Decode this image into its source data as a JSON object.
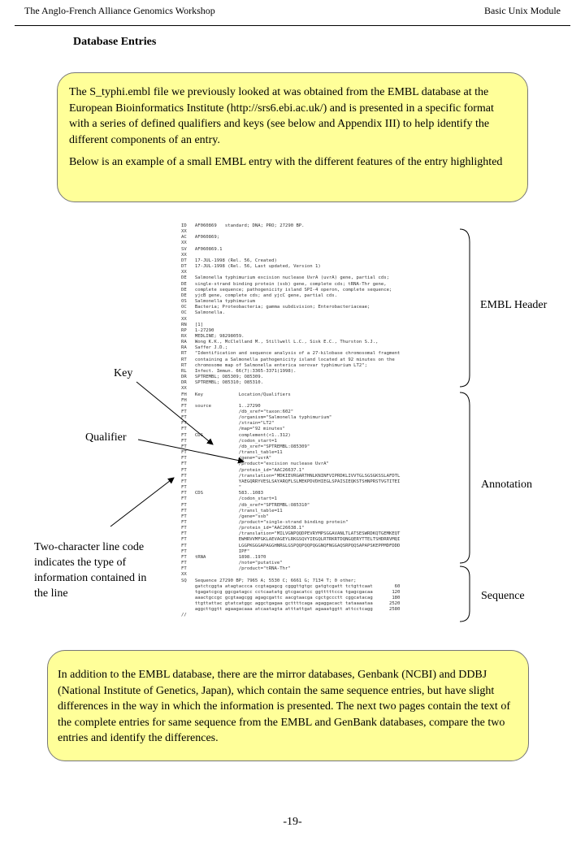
{
  "header": {
    "left": "The Anglo-French Alliance Genomics Workshop",
    "right": "Basic Unix Module"
  },
  "section_title": "Database Entries",
  "intro_box": {
    "para1": "The S_typhi.embl file we previously looked at was obtained from the EMBL database at the European Bioinformatics Institute (http://srs6.ebi.ac.uk/) and is presented in a specific format with a series of defined qualifiers and keys (see below and Appendix III) to help identify the different components of an entry.",
    "para2": "Below is an example of a small EMBL entry with the different features of the entry highlighted"
  },
  "embl_entry": "ID   AF060869   standard; DNA; PRO; 27290 BP.\nXX\nAC   AF060869;\nXX\nSV   AF060869.1\nXX\nDT   17-JUL-1998 (Rel. 56, Created)\nDT   17-JUL-1998 (Rel. 56, Last updated, Version 1)\nXX\nDE   Salmonella typhimurium excision nuclease UvrA (uvrA) gene, partial cds;\nDE   single-strand binding protein (ssb) gene, complete cds; tRNA-Thr gene,\nDE   complete sequence; pathogenicity island SPI-4 operon, complete sequence;\nDE   yjcB gene, complete cds; and yjcC gene, partial cds.\nOS   Salmonella typhimurium\nOC   Bacteria; Proteobacteria; gamma subdivision; Enterobacteriaceae;\nOC   Salmonella.\nXX\nRN   [1]\nRP   1-27290\nRX   MEDLINE; 98298059.\nRA   Wong K.K., McClelland M., Stillwell L.C., Sisk E.C., Thurston S.J.,\nRA   Saffer J.D.;\nRT   \"Identification and sequence analysis of a 27-kilobase chromosomal fragment\nRT   containing a Salmonella pathogenicity island located at 92 minutes on the\nRT   chromosome map of Salmonella enterica serovar typhimurium LT2\";\nRL   Infect. Immun. 66(7):3365-3371(1998).\nDR   SPTREMBL; O85309; O85309.\nDR   SPTREMBL; O85310; O85310.\nXX\nFH   Key             Location/Qualifiers\nFH\nFT   source          1..27290\nFT                   /db_xref=\"taxon:602\"\nFT                   /organism=\"Salmonella typhimurium\"\nFT                   /strain=\"LT2\"\nFT                   /map=\"92 minutes\"\nFT   CDS             complement(<1..312)\nFT                   /codon_start=1\nFT                   /db_xref=\"SPTREMBL:O85309\"\nFT                   /transl_table=11\nFT                   /gene=\"uvrA\"\nFT                   /product=\"excision nuclease UvrA\"\nFT                   /protein_id=\"AAC26637.1\"\nFT                   /translation=\"MDKIEVRGARTHNLKNINFVIPRDKLIVVTGLSGSGKSSLAFDTL\nFT                   YAEGQRRYVESLSAYARQFLSLMEKPDVDHIEGLSPAISIEQKSTSHNPRSTVGTITEI\nFT                   \"\nFT   CDS             583..1083\nFT                   /codon_start=1\nFT                   /db_xref=\"SPTREMBL:O85310\"\nFT                   /transl_table=11\nFT                   /gene=\"ssb\"\nFT                   /product=\"single-strand binding protein\"\nFT                   /protein_id=\"AAC26638.1\"\nFT                   /translation=\"MILVGNPQQDPEVRYMPSGGAVANLTLATSESWRDKQTGEMKEQT\nFT                   EWHRVVMFGKLAEVAGEYLRKGSQVYIEGQLRTRKRTDQNGQERYTTELTSHDRRVMQI\nFT                   LGGPKGGGAPAGGHNRGLGSPQQPQQPQGGNQFNGGAQSRPQQSAPAPSKEPPMDFDDD\nFT                   IPF\"\nFT   tRNA            1898..1970\nFT                   /note=\"putative\"\nFT                   /product=\"tRNA-Thr\"\nXX\nSQ   Sequence 27290 BP; 7965 A; 5530 C; 6661 G; 7134 T; 0 other;\n     gatctcggta atagtaccca ccgtagagcg cgggttgtgc gatgtcgatt tctgttcaat        60\n     tgagatcgcg ggcgatagcc cctcaatatg gtcgacatcc ggtttttcca tgagcgacaa       120\n     aaactgccgc gcgtaagcgg agagcgattc aacgtaacga cgctgccctt cggcatacag       180\n     ttgttattac gtatcatggc aggctgagaa gcttttcaga agaggacact tataaaataa      2520\n     aggcttggtt agaagacaaa atcaatagta atttattgat agaaatggtt attcctcagg      2580\n//",
  "labels": {
    "embl_header": "EMBL Header",
    "annotation": "Annotation",
    "sequence": "Sequence",
    "key": "Key",
    "qualifier": "Qualifier",
    "two_char": "Two-character line code indicates the type of information contained in the line"
  },
  "footer_box": {
    "text": "In addition to the EMBL database, there are the mirror databases, Genbank (NCBI) and DDBJ (National Institute of Genetics, Japan), which contain the same sequence entries, but have slight differences in the way in which the information is presented. The next two pages contain the text of the complete entries for same sequence from the EMBL and GenBank databases, compare the two entries and identify the differences."
  },
  "page_number": "-19-"
}
